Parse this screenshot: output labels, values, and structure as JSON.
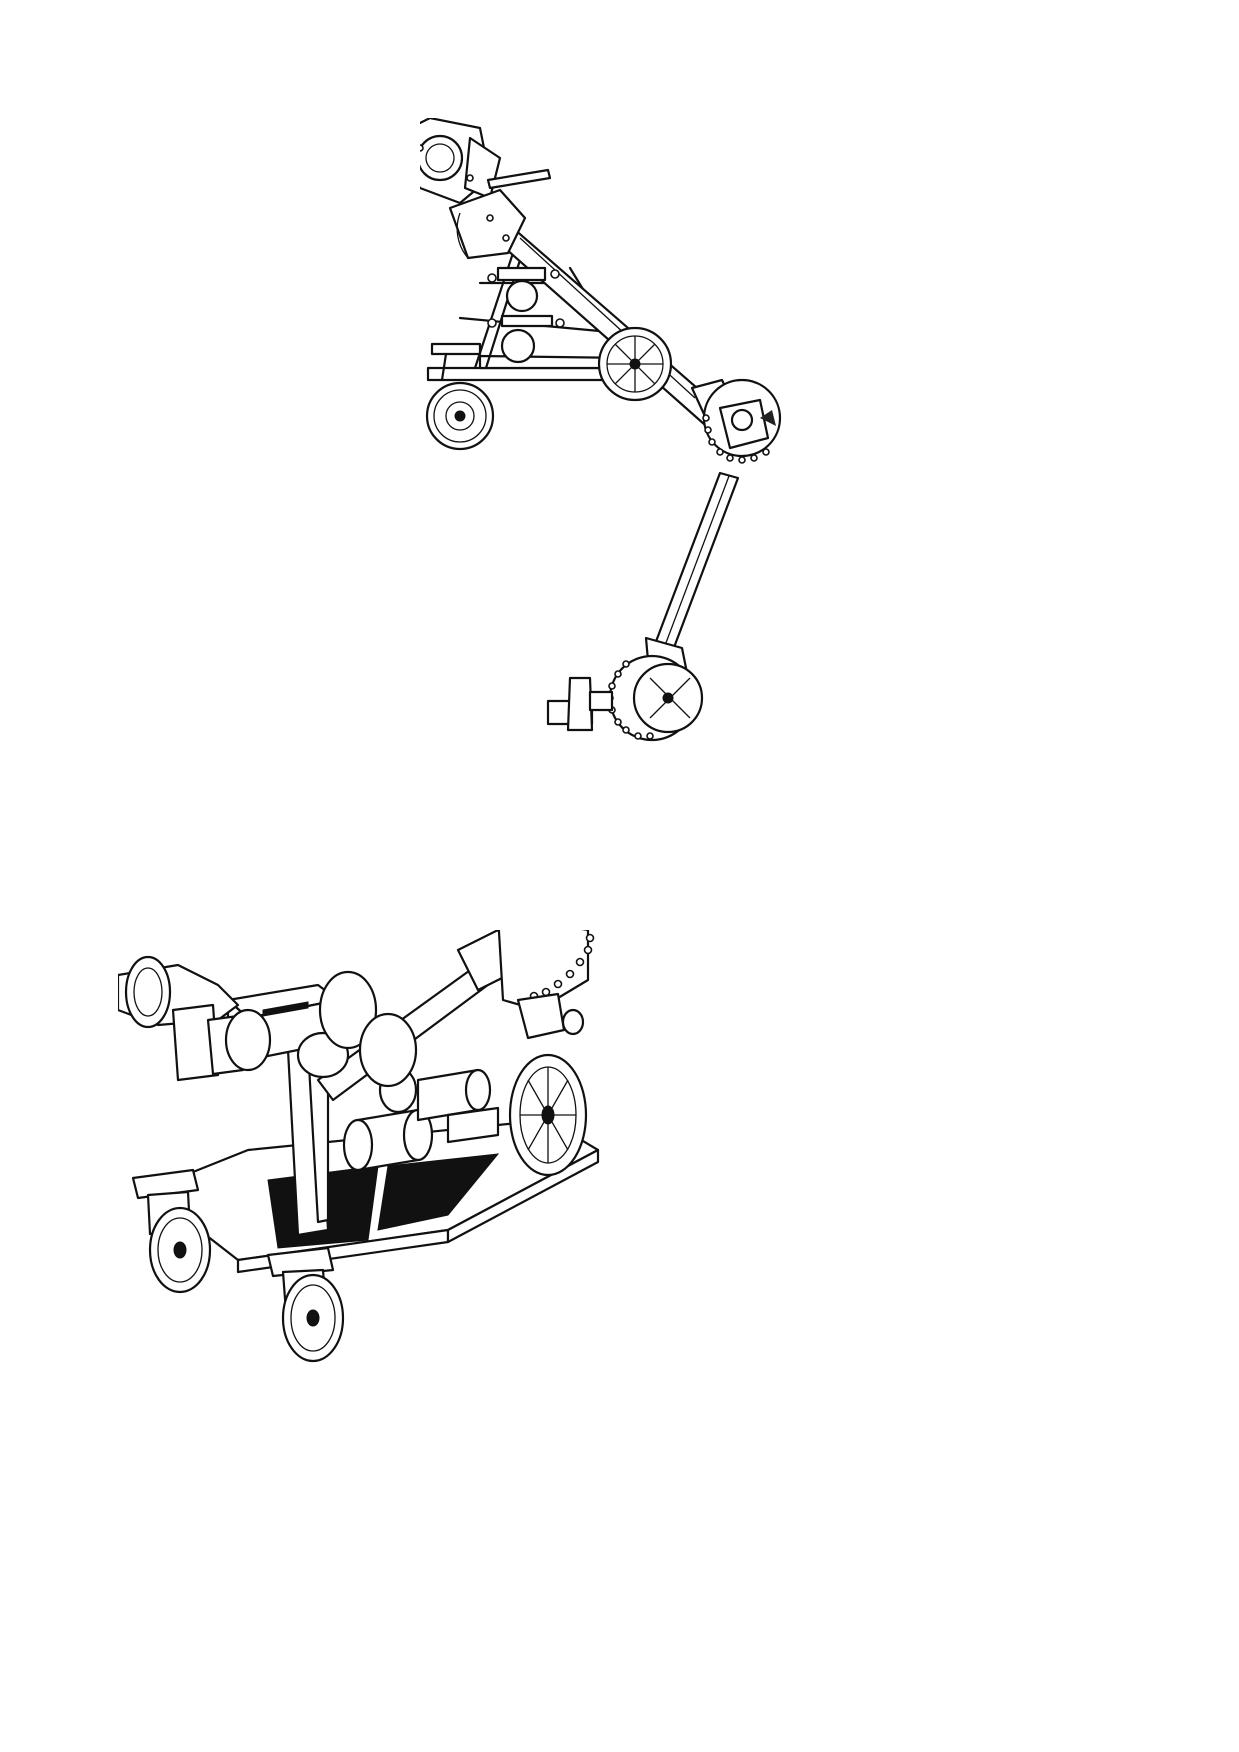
{
  "figures": [
    {
      "id": "side-view",
      "icon": "cable-puller-side-view-illustration"
    },
    {
      "id": "isometric-view",
      "icon": "cable-puller-isometric-illustration"
    }
  ]
}
